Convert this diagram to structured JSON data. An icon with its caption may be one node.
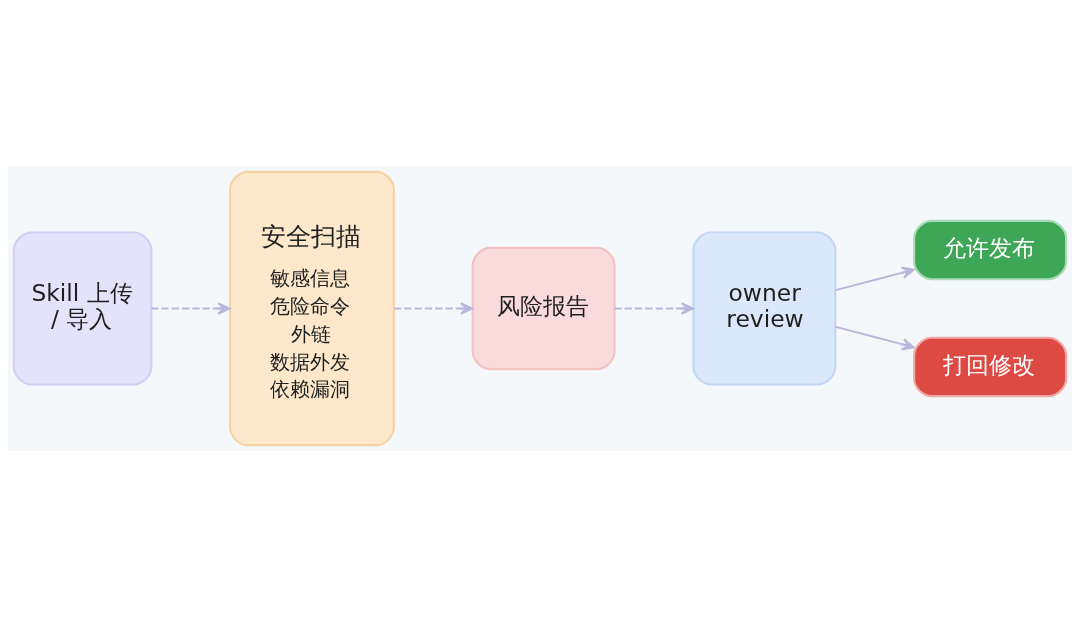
{
  "diagram": {
    "nodes": [
      {
        "text": [
          "Skill 上传 / 导入"
        ]
      },
      {
        "text": [
          "安全扫描",
          "敏感信息",
          "危险命令",
          "外链",
          "数据外发",
          "依赖漏洞"
        ]
      },
      {
        "text": [
          "风险报告"
        ]
      },
      {
        "text": [
          "owner review"
        ]
      },
      {
        "text": [
          "允许发布"
        ]
      },
      {
        "text": [
          "打回修改"
        ]
      }
    ],
    "edges": [
      {
        "from": 0,
        "to": 1,
        "arrow": "to",
        "style": "dashed"
      },
      {
        "from": 1,
        "to": 2,
        "arrow": "to",
        "style": "dashed"
      },
      {
        "from": 2,
        "to": 3,
        "arrow": "to",
        "style": "dashed"
      },
      {
        "from": 3,
        "to": 4,
        "arrow": "to"
      },
      {
        "from": 3,
        "to": 5,
        "arrow": "to"
      }
    ]
  }
}
